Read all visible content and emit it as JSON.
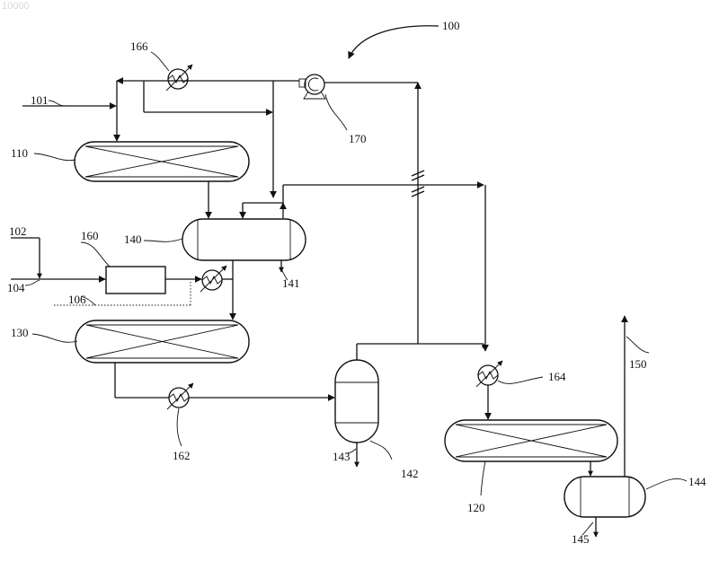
{
  "corner_mark": "10000",
  "labels": {
    "system": "100",
    "stream_101": "101",
    "stream_102": "102",
    "stream_104": "104",
    "stream_106": "106",
    "reactor_110": "110",
    "reactor_120": "120",
    "reactor_130": "130",
    "separator_140": "140",
    "stream_141": "141",
    "separator_142": "142",
    "stream_143": "143",
    "separator_144": "144",
    "stream_145": "145",
    "stream_150": "150",
    "unit_160": "160",
    "exchanger_162": "162",
    "exchanger_164": "164",
    "exchanger_166": "166",
    "compressor_170": "170"
  },
  "icons": {
    "heat_exchanger": "heat-exchanger-icon",
    "compressor": "compressor-icon",
    "arrow": "arrowhead-icon"
  }
}
